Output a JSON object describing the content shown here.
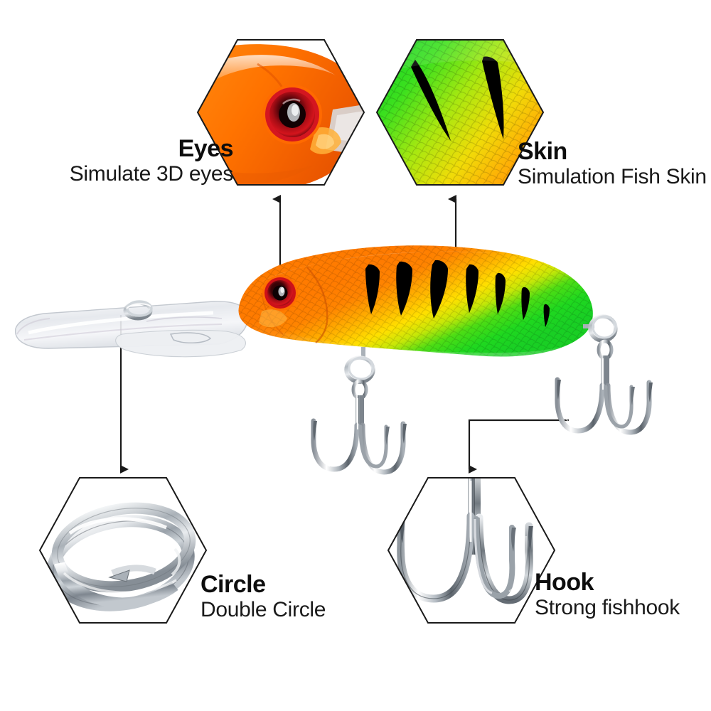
{
  "page": {
    "type": "product-infographic",
    "subject": "fishing crankbait lure",
    "background_color": "#ffffff"
  },
  "callouts": [
    {
      "id": "eyes",
      "title": "Eyes",
      "subtitle": "Simulate 3D eyes",
      "label_side": "left",
      "detail_icon": "lure-head-eye-closeup",
      "arrow": "arrow-up"
    },
    {
      "id": "skin",
      "title": "Skin",
      "subtitle": "Simulation Fish Skin",
      "label_side": "right",
      "detail_icon": "fish-scale-texture-closeup",
      "arrow": "arrow-up"
    },
    {
      "id": "circle",
      "title": "Circle",
      "subtitle": "Double Circle",
      "label_side": "right",
      "detail_icon": "split-ring-closeup",
      "arrow": "arrow-down"
    },
    {
      "id": "hook",
      "title": "Hook",
      "subtitle": "Strong fishhook",
      "label_side": "right",
      "detail_icon": "treble-hook-closeup",
      "arrow": "arrow-down-elbow"
    }
  ],
  "colors": {
    "outline": "#1a1a1a",
    "head_orange": "#ff7a00",
    "deep_orange": "#f26000",
    "mid_yellow": "#ffe000",
    "tail_green": "#18d824",
    "bright_green": "#2fe52f",
    "eye_red": "#c4101a",
    "stripe_black": "#000000",
    "metal_light": "#f2f4f6",
    "metal_mid": "#b9bfc6",
    "metal_dark": "#6e767f",
    "lip_clear": "#e8eaef",
    "text_dark": "#0d0d0d"
  },
  "product": {
    "name": "crankbait-lure",
    "parts": [
      "diving-lip",
      "line-tie-split-ring",
      "body",
      "eye",
      "belly-treble-hook",
      "tail-treble-hook"
    ],
    "stripe_count": 7
  }
}
